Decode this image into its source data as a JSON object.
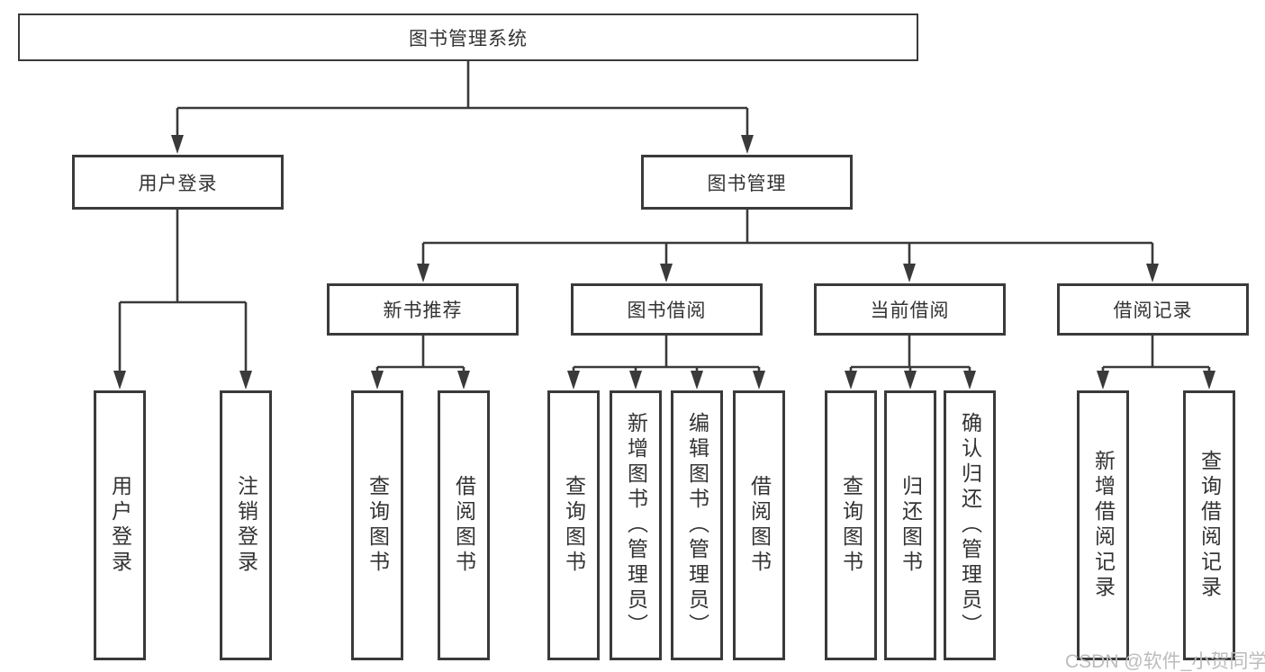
{
  "diagram": {
    "title": "图书管理系统",
    "user_login": {
      "label": "用户登录",
      "children": [
        "用户登录",
        "注销登录"
      ]
    },
    "book_mgmt": {
      "label": "图书管理",
      "modules": [
        {
          "label": "新书推荐",
          "children": [
            "查询图书",
            "借阅图书"
          ]
        },
        {
          "label": "图书借阅",
          "children": [
            "查询图书",
            "新增图书（管理员）",
            "编辑图书（管理员）",
            "借阅图书"
          ]
        },
        {
          "label": "当前借阅",
          "children": [
            "查询图书",
            "归还图书",
            "确认归还（管理员）"
          ]
        },
        {
          "label": "借阅记录",
          "children": [
            "新增借阅记录",
            "查询借阅记录"
          ]
        }
      ]
    }
  },
  "watermark": "CSDN @软件_小贺同学",
  "colors": {
    "line": "#3a3a3a",
    "border": "#3a3a3a",
    "text": "#333333",
    "watermark": "#bcbcbc"
  }
}
